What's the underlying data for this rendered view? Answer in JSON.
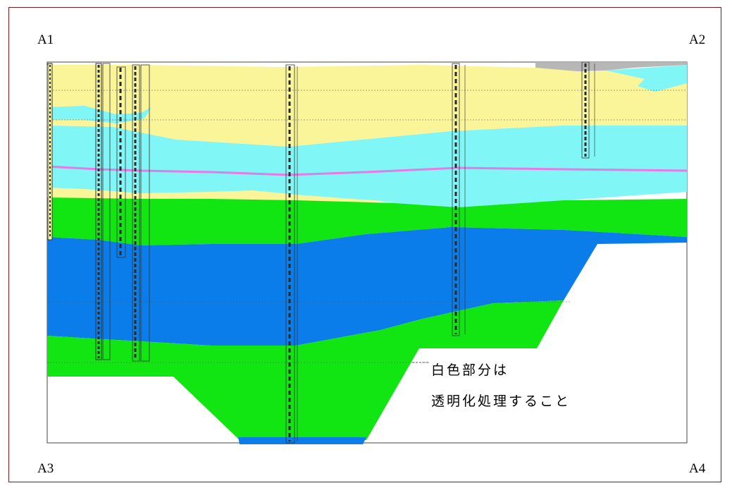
{
  "corners": {
    "a1": "A1",
    "a2": "A2",
    "a3": "A3",
    "a4": "A4"
  },
  "note": {
    "line1": "白色部分は",
    "line2": "透明化処理すること"
  },
  "colors": {
    "frame_border": "#7a1a1a",
    "layer_yellow": "#fbf59a",
    "layer_cyan": "#80f6f6",
    "layer_green": "#12e612",
    "layer_blue": "#0a7dea",
    "layer_gray": "#b7b7b7",
    "marker_pink": "#e67ae6",
    "borehole": "#2a2a2a"
  }
}
